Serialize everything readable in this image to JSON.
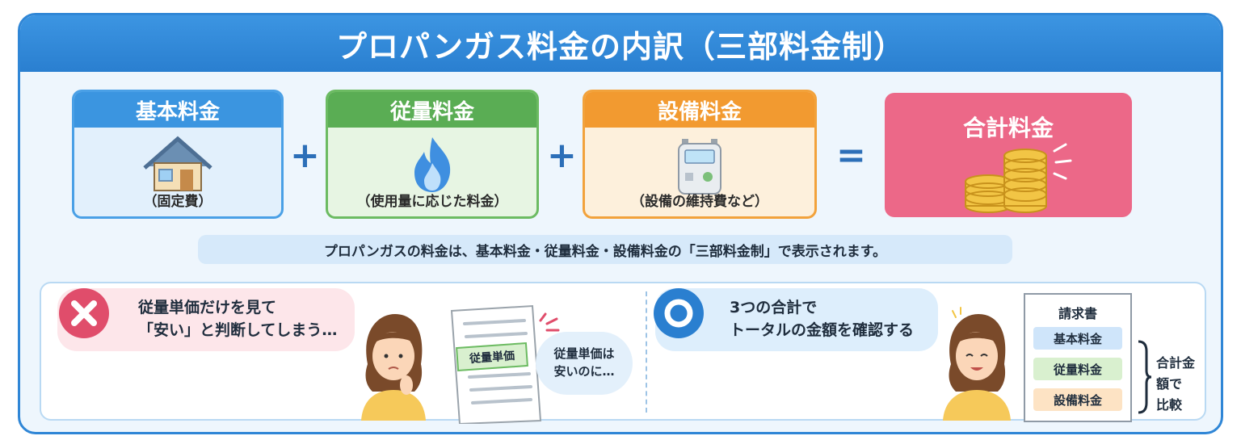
{
  "title": "プロパンガス料金の内訳（三部料金制）",
  "formula": {
    "basic": {
      "label": "基本料金",
      "sub": "（固定費）",
      "icon": "house-icon"
    },
    "plus1": "+",
    "usage": {
      "label": "従量料金",
      "sub": "（使用量に応じた料金）",
      "icon": "flame-icon"
    },
    "plus2": "+",
    "equipment": {
      "label": "設備料金",
      "sub": "（設備の維持費など）",
      "icon": "gas-meter-icon"
    },
    "equals": "=",
    "total": {
      "label": "合計料金",
      "icon": "coins-icon"
    }
  },
  "note": "プロパンガスの料金は、基本料金・従量料金・設備料金の「三部料金制」で表示されます。",
  "bad": {
    "line1": "従量単価だけを見て",
    "line2": "「安い」と判断してしまう…",
    "tag": "従量単価",
    "thought_line1": "従量単価は",
    "thought_line2": "安いのに…"
  },
  "good": {
    "line1": "3つの合計で",
    "line2": "トータルの金額を確認する",
    "bill_title": "請求書",
    "bill_items": [
      "基本料金",
      "従量料金",
      "設備料金"
    ],
    "compare_line1": "合計金額で",
    "compare_line2": "比較"
  },
  "colors": {
    "blue": "#2f86d6",
    "green": "#5aad54",
    "orange": "#f29a30",
    "pink": "#ec6888",
    "red": "#e04d6b"
  }
}
